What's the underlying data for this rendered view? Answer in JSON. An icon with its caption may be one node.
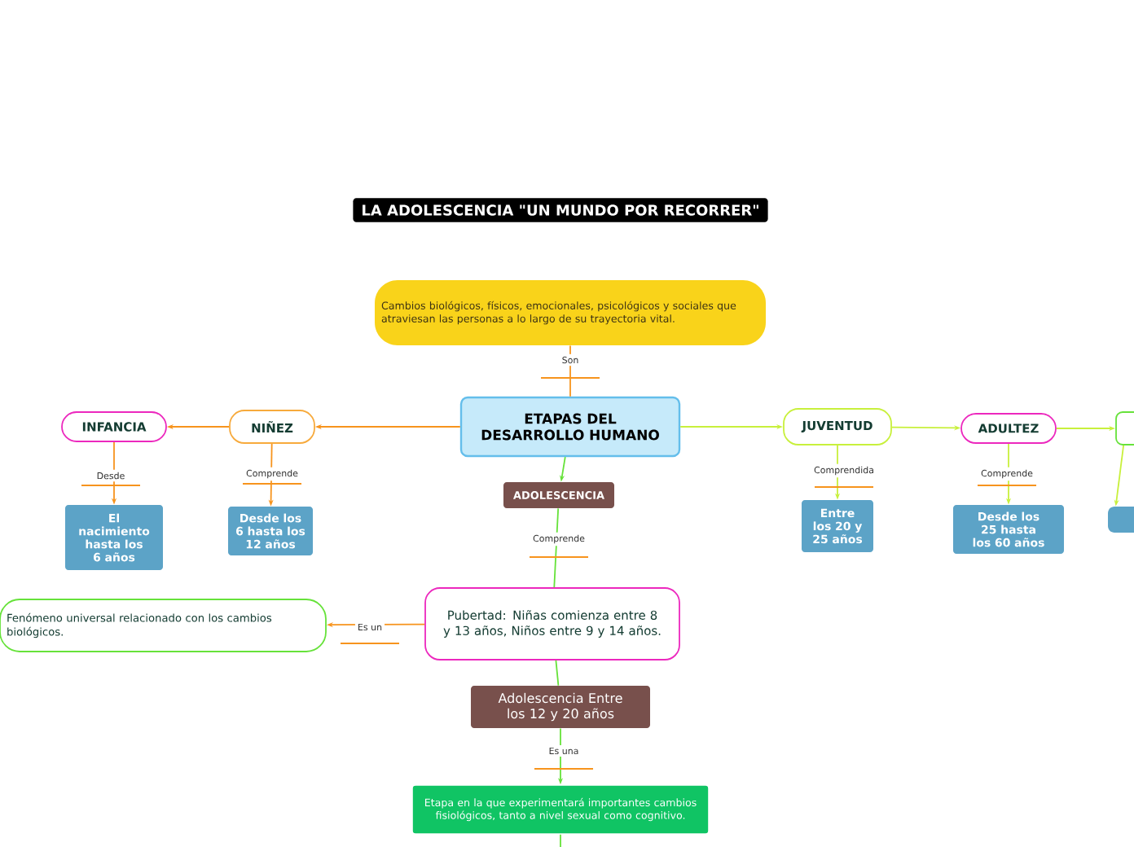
{
  "diagram": {
    "title": "LA ADOLESCENCIA \"UN MUNDO POR RECORRER\"",
    "nodes": [
      {
        "text": [
          "Cambios biológicos, físicos, emocionales, psicológicos y sociales que atraviesan las personas a lo largo de su trayectoria vital."
        ]
      },
      {
        "text": [
          "ETAPAS DEL DESARROLLO HUMANO"
        ]
      },
      {
        "text": [
          "INFANCIA"
        ]
      },
      {
        "text": [
          "NIÑEZ"
        ]
      },
      {
        "text": [
          "JUVENTUD"
        ]
      },
      {
        "text": [
          "ADULTEZ"
        ]
      },
      {
        "text": [],
        "shape": "box"
      },
      {
        "text": [
          "El nacimiento hasta los 6 años"
        ]
      },
      {
        "text": [
          "Desde los 6 hasta los 12 años"
        ]
      },
      {
        "text": [
          "Entre los 20 y 25 años"
        ]
      },
      {
        "text": [
          "Desde los 25 hasta los 60 años"
        ]
      },
      {
        "text": [],
        "shape": "box"
      },
      {
        "text": [
          "ADOLESCENCIA"
        ]
      },
      {
        "text": [
          "Pubertad: Niñas comienza entre 8 y 13 años, Niños entre 9 y 14 años."
        ]
      },
      {
        "text": [
          "Fenómeno universal relacionado con los cambios biológicos."
        ]
      },
      {
        "text": [
          "Adolescencia Entre los 12 y 20 años"
        ]
      },
      {
        "text": [
          "Etapa en la que experimentará importantes cambios fisiológicos, tanto a nivel sexual como cognitivo."
        ]
      }
    ],
    "edges": [
      {
        "from": 1,
        "to": 0,
        "arrow": "none",
        "label": "Son",
        "color": "#f7941d"
      },
      {
        "from": 1,
        "to": 3,
        "arrow": "to",
        "color": "#f7941d"
      },
      {
        "from": 3,
        "to": 2,
        "arrow": "to",
        "color": "#f7941d"
      },
      {
        "from": 1,
        "to": 4,
        "arrow": "to",
        "color": "#c8f03c"
      },
      {
        "from": 4,
        "to": 5,
        "arrow": "to",
        "color": "#c8f03c"
      },
      {
        "from": 5,
        "to": 6,
        "arrow": "to",
        "color": "#c8f03c"
      },
      {
        "from": 2,
        "to": 7,
        "arrow": "to",
        "label": "Desde",
        "color": "#f7941d"
      },
      {
        "from": 3,
        "to": 8,
        "arrow": "to",
        "label": "Comprende",
        "color": "#f7941d"
      },
      {
        "from": 4,
        "to": 9,
        "arrow": "to",
        "label": "Comprendida",
        "color": "#c8f03c"
      },
      {
        "from": 5,
        "to": 10,
        "arrow": "to",
        "label": "Comprende",
        "color": "#c8f03c"
      },
      {
        "from": 6,
        "to": 11,
        "arrow": "to",
        "color": "#c8f03c"
      },
      {
        "from": 1,
        "to": 12,
        "arrow": "to",
        "color": "#66e23a"
      },
      {
        "from": 12,
        "to": 13,
        "arrow": "none",
        "label": "Comprende",
        "color": "#66e23a"
      },
      {
        "from": 13,
        "to": 14,
        "arrow": "to",
        "label": "Es un",
        "color": "#f7941d"
      },
      {
        "from": 13,
        "to": 15,
        "arrow": "none",
        "color": "#66e23a"
      },
      {
        "from": 15,
        "to": 16,
        "arrow": "to",
        "label": "Es una",
        "color": "#66e23a"
      },
      {
        "from": 16,
        "to": null,
        "arrow": "none",
        "color": "#66e23a"
      }
    ]
  }
}
